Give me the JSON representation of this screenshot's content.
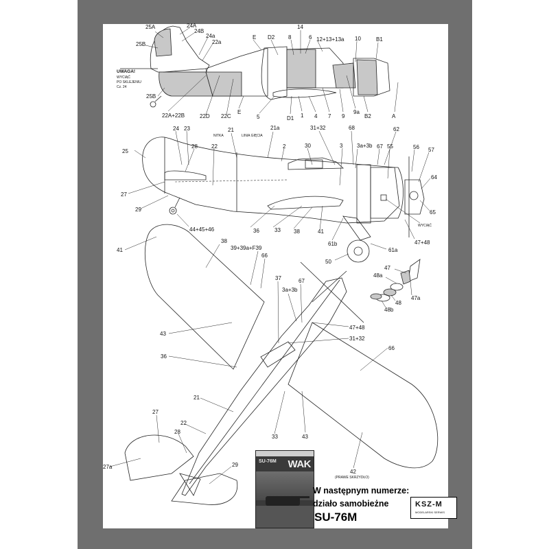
{
  "warning": {
    "title": "UWAGA!",
    "line1": "WYCIĄĆ",
    "line2": "PO SKLEJENIU",
    "line3": "Cz. 24"
  },
  "side_view": {
    "labels": [
      "25A",
      "24A",
      "24B",
      "25B",
      "24a",
      "22a",
      "E",
      "D2",
      "8",
      "14",
      "6",
      "12+13+13a",
      "10",
      "B1",
      "25B",
      "22A+22B",
      "22D",
      "22C",
      "E",
      "5",
      "D1",
      "1",
      "4",
      "7",
      "9",
      "9a",
      "B2",
      "A"
    ]
  },
  "profile_view": {
    "nitka": "NITKA",
    "linia": "LINIA GIĘCIA",
    "wyciac": "WYCIĄĆ",
    "labels": [
      "24",
      "23",
      "21",
      "21a",
      "31+32",
      "68",
      "62",
      "25",
      "28",
      "22",
      "2",
      "30",
      "3",
      "3a+3b",
      "67",
      "55",
      "56",
      "57",
      "64",
      "27",
      "29",
      "65",
      "44+45+46",
      "36",
      "33",
      "38",
      "41",
      "61b",
      "61a",
      "47+48",
      "50"
    ]
  },
  "details": {
    "labels": [
      "47",
      "48a",
      "48",
      "47a",
      "48b"
    ]
  },
  "plan_view": {
    "right_wing_note": "(PRAWE SKRZYDŁO)",
    "labels": [
      "41",
      "38",
      "39+39a+F39",
      "66",
      "37",
      "67",
      "3a+3b",
      "43",
      "47+48",
      "31+32",
      "36",
      "66",
      "21",
      "27",
      "22",
      "28",
      "33",
      "43",
      "27a",
      "29",
      "42"
    ]
  },
  "cover": {
    "title": "SU-76M",
    "logo": "WAK"
  },
  "next_issue": {
    "line1": "W następnym numerze:",
    "line2": "działo samobieżne",
    "model": "SU-76M"
  },
  "publisher": {
    "mark": "KSZ-M",
    "sub": "MODELARSKI SERWIS"
  }
}
